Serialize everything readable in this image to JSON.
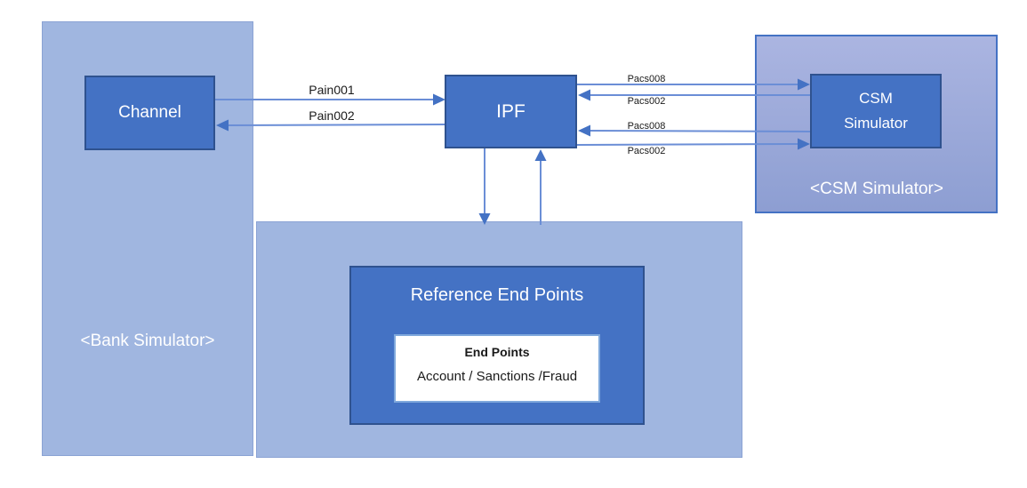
{
  "diagram": {
    "containers": {
      "bank": {
        "label": "<Bank Simulator>"
      },
      "csm": {
        "label": "<CSM Simulator>"
      }
    },
    "nodes": {
      "channel": {
        "label": "Channel"
      },
      "ipf": {
        "label": "IPF"
      },
      "csm": {
        "label_line1": "CSM",
        "label_line2": "Simulator"
      },
      "reference": {
        "title": "Reference End Points"
      },
      "endpoints": {
        "title": "End Points",
        "items": "Account / Sanctions /Fraud"
      }
    },
    "messages": {
      "pain001": {
        "label": "Pain001",
        "from": "Channel",
        "to": "IPF"
      },
      "pain002": {
        "label": "Pain002",
        "from": "IPF",
        "to": "Channel"
      },
      "pacs008_to_csm": {
        "label": "Pacs008",
        "from": "IPF",
        "to": "CSM Simulator"
      },
      "pacs002_to_ipf": {
        "label": "Pacs002",
        "from": "CSM Simulator",
        "to": "IPF"
      },
      "pacs008_to_ipf": {
        "label": "Pacs008",
        "from": "CSM Simulator",
        "to": "IPF"
      },
      "pacs002_to_csm": {
        "label": "Pacs002",
        "from": "IPF",
        "to": "CSM Simulator"
      }
    },
    "colors": {
      "node_fill": "#4472C4",
      "node_border": "#2F528F",
      "container_fill": "#A0B6E0",
      "csm_container_top": "#ABB5E1",
      "csm_container_bottom": "#8D9ED2",
      "connector_line": "#6B8ED6",
      "arrowhead": "#4472C4",
      "text_on_blue": "#FFFFFF",
      "label_text": "#1A1A1A"
    }
  }
}
